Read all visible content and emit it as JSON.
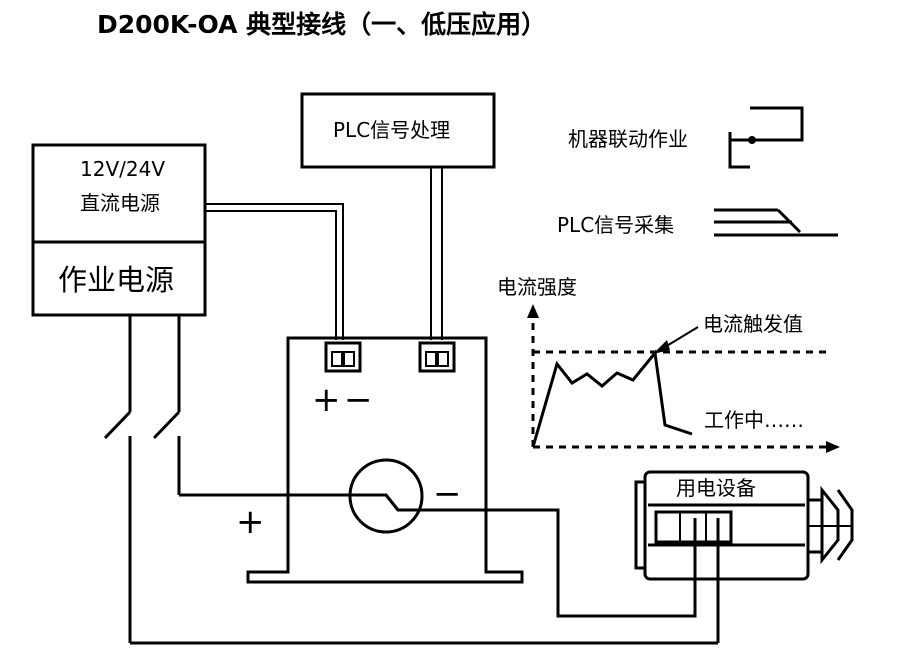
{
  "title": "D200K-OA 典型接线（一、低压应用）",
  "dc_power": {
    "line1": "12V/24V",
    "line2": "直流电源"
  },
  "work_power": "作业电源",
  "plc_box": "PLC信号处理",
  "legend": {
    "machine_linkage": "机器联动作业",
    "plc_signal": "PLC信号采集"
  },
  "sensor": {
    "plus": "+",
    "minus": "−"
  },
  "ct": {
    "minus": "−"
  },
  "wire_plus": "+",
  "graph": {
    "ylabel": "电流强度",
    "trigger_label": "电流触发值",
    "working_label": "工作中……"
  },
  "device": "用电设备"
}
